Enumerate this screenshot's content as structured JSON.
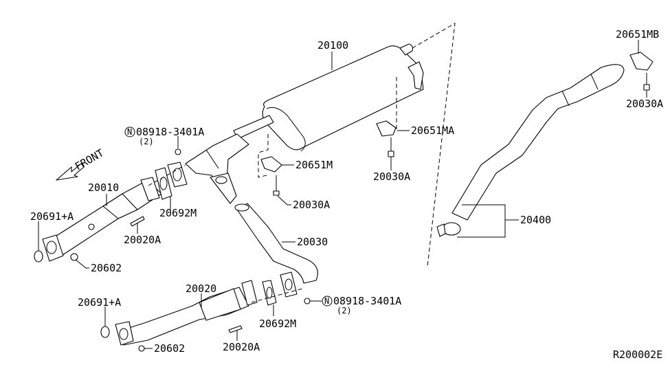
{
  "diagram": {
    "type": "exhaust-system-exploded-view",
    "reference_code": "R200002E",
    "direction_label": "FRONT",
    "parts": {
      "main_muffler": "20100",
      "front_tube_right": "20010",
      "front_tube_left": "20020",
      "center_tube": "20030",
      "tail_tube": "20400",
      "mounting_rubber_m": "20651M",
      "mounting_rubber_ma": "20651MA",
      "mounting_rubber_mb": "20651MB",
      "bolt_m": "20030A",
      "bolt_ma": "20030A",
      "bolt_mb": "20030A",
      "gasket_upper": "20692M",
      "gasket_lower": "20692M",
      "stud_upper": "20020A",
      "stud_lower": "20020A",
      "seal_ring_upper": "20691+A",
      "seal_ring_lower": "20691+A",
      "nut_upper": "20602",
      "nut_lower": "20602",
      "flange_nut_upper": {
        "symbol": "N",
        "part_no": "08918-3401A",
        "qty": "(2)"
      },
      "flange_nut_lower": {
        "symbol": "N",
        "part_no": "08918-3401A",
        "qty": "(2)"
      }
    }
  }
}
